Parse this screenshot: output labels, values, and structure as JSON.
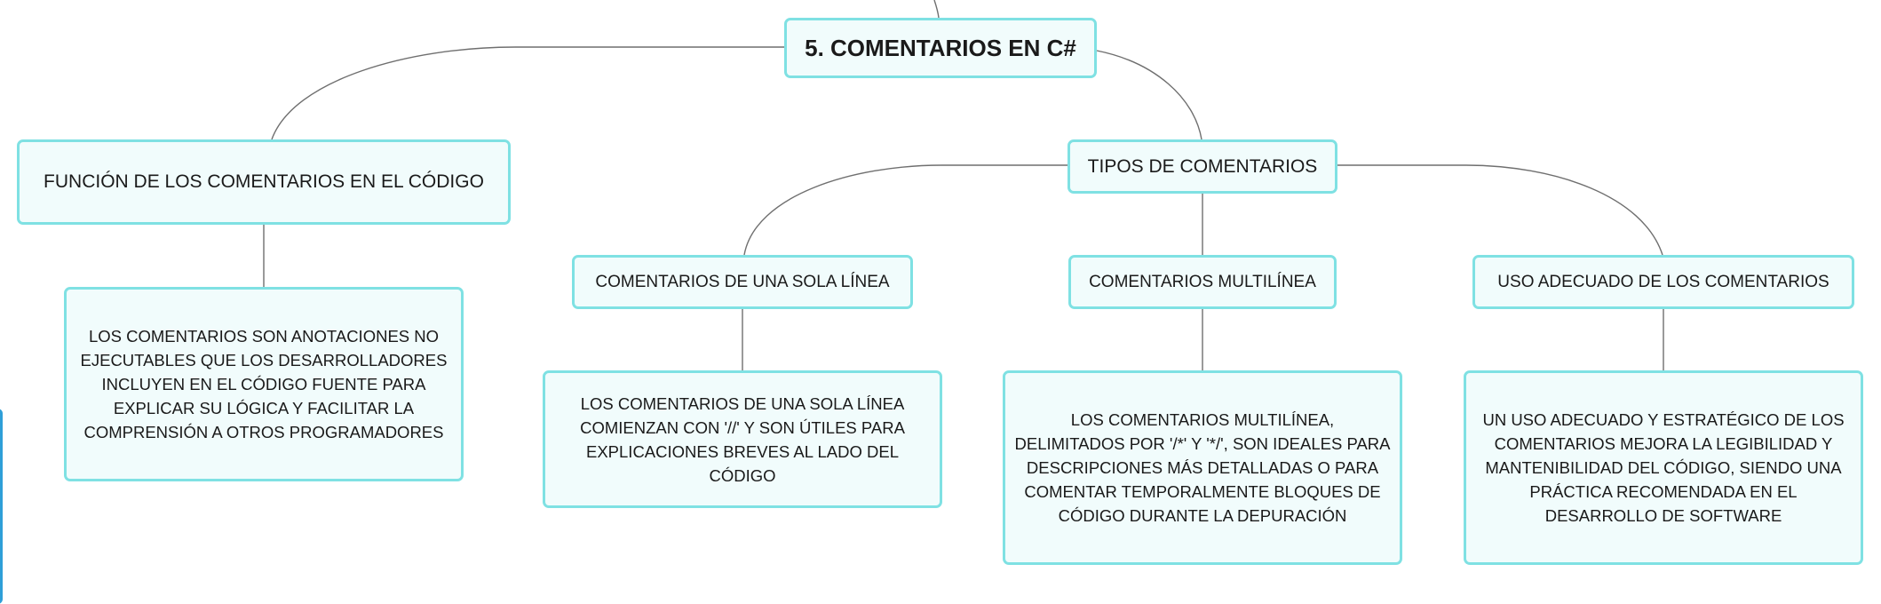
{
  "mindmap": {
    "root": {
      "label": "5. COMENTARIOS EN C#"
    },
    "branches": [
      {
        "label": "FUNCIÓN DE LOS COMENTARIOS EN EL CÓDIGO",
        "description": "LOS COMENTARIOS SON ANOTACIONES NO EJECUTABLES QUE LOS DESARROLLADORES INCLUYEN EN EL CÓDIGO FUENTE PARA EXPLICAR SU LÓGICA Y FACILITAR LA COMPRENSIÓN A OTROS PROGRAMADORES"
      },
      {
        "label": "TIPOS DE COMENTARIOS",
        "children": [
          {
            "label": "COMENTARIOS DE UNA SOLA LÍNEA",
            "description": "LOS COMENTARIOS DE UNA SOLA LÍNEA COMIENZAN CON '//' Y SON ÚTILES PARA EXPLICACIONES BREVES AL LADO DEL CÓDIGO"
          },
          {
            "label": "COMENTARIOS MULTILÍNEA",
            "description": "LOS COMENTARIOS MULTILÍNEA, DELIMITADOS POR '/*' Y '*/', SON IDEALES PARA DESCRIPCIONES MÁS DETALLADAS O PARA COMENTAR TEMPORALMENTE BLOQUES DE CÓDIGO DURANTE LA DEPURACIÓN"
          },
          {
            "label": "USO ADECUADO DE LOS COMENTARIOS",
            "description": "UN USO ADECUADO Y ESTRATÉGICO DE LOS COMENTARIOS MEJORA LA LEGIBILIDAD Y MANTENIBILIDAD DEL CÓDIGO, SIENDO UNA PRÁCTICA RECOMENDADA EN EL DESARROLLO DE SOFTWARE"
          }
        ]
      }
    ]
  }
}
